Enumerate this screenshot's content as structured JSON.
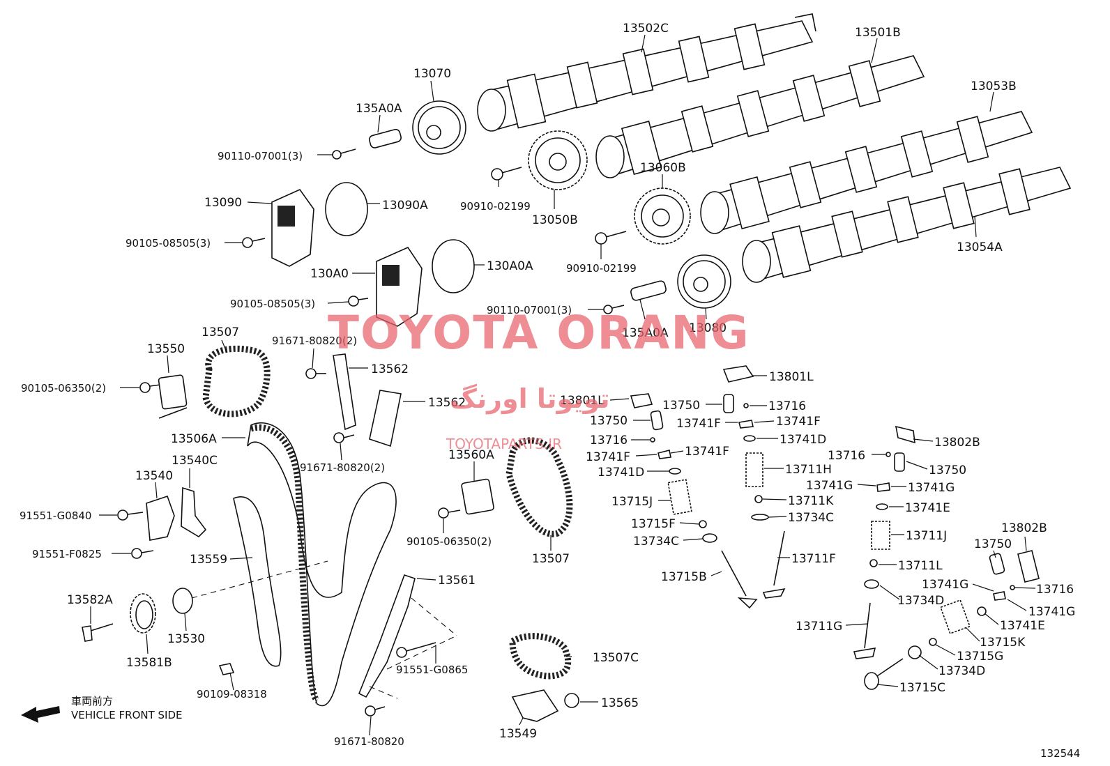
{
  "diagram": {
    "labels": [
      {
        "id": "l1",
        "text": "13502C"
      },
      {
        "id": "l2",
        "text": "13501B"
      },
      {
        "id": "l3",
        "text": "13053B"
      },
      {
        "id": "l4",
        "text": "13054A"
      },
      {
        "id": "l5",
        "text": "13070"
      },
      {
        "id": "l6",
        "text": "135A0A"
      },
      {
        "id": "l7",
        "text": "90110-07001(3)"
      },
      {
        "id": "l8",
        "text": "90910-02199"
      },
      {
        "id": "l9",
        "text": "13050B"
      },
      {
        "id": "l10",
        "text": "13060B"
      },
      {
        "id": "l11",
        "text": "90910-02199"
      },
      {
        "id": "l12",
        "text": "13090"
      },
      {
        "id": "l13",
        "text": "13090A"
      },
      {
        "id": "l14",
        "text": "90105-08505(3)"
      },
      {
        "id": "l15",
        "text": "130A0"
      },
      {
        "id": "l16",
        "text": "130A0A"
      },
      {
        "id": "l17",
        "text": "90105-08505(3)"
      },
      {
        "id": "l18",
        "text": "90110-07001(3)"
      },
      {
        "id": "l19",
        "text": "135A0A"
      },
      {
        "id": "l20",
        "text": "13080"
      },
      {
        "id": "l21",
        "text": "13550"
      },
      {
        "id": "l22",
        "text": "13507"
      },
      {
        "id": "l23",
        "text": "91671-80820(2)"
      },
      {
        "id": "l24",
        "text": "13562"
      },
      {
        "id": "l25",
        "text": "90105-06350(2)"
      },
      {
        "id": "l26",
        "text": "13562"
      },
      {
        "id": "l27",
        "text": "13506A"
      },
      {
        "id": "l28",
        "text": "91671-80820(2)"
      },
      {
        "id": "l29",
        "text": "13560A"
      },
      {
        "id": "l30",
        "text": "13540C"
      },
      {
        "id": "l31",
        "text": "13540"
      },
      {
        "id": "l32",
        "text": "91551-G0840"
      },
      {
        "id": "l33",
        "text": "91551-F0825"
      },
      {
        "id": "l34",
        "text": "90105-06350(2)"
      },
      {
        "id": "l35",
        "text": "13507"
      },
      {
        "id": "l36",
        "text": "13559"
      },
      {
        "id": "l37",
        "text": "13561"
      },
      {
        "id": "l38",
        "text": "13582A"
      },
      {
        "id": "l39",
        "text": "13530"
      },
      {
        "id": "l40",
        "text": "13581B"
      },
      {
        "id": "l41",
        "text": "91551-G0865"
      },
      {
        "id": "l42",
        "text": "90109-08318"
      },
      {
        "id": "l43",
        "text": "13507C"
      },
      {
        "id": "l44",
        "text": "13565"
      },
      {
        "id": "l45",
        "text": "13549"
      },
      {
        "id": "l46",
        "text": "91671-80820"
      },
      {
        "id": "l47",
        "text": "13801L"
      },
      {
        "id": "l48",
        "text": "13801L"
      },
      {
        "id": "l49",
        "text": "13750"
      },
      {
        "id": "l50",
        "text": "13716"
      },
      {
        "id": "l51",
        "text": "13750"
      },
      {
        "id": "l52",
        "text": "13741F"
      },
      {
        "id": "l53",
        "text": "13741F"
      },
      {
        "id": "l54",
        "text": "13716"
      },
      {
        "id": "l55",
        "text": "13741D"
      },
      {
        "id": "l56",
        "text": "13741F"
      },
      {
        "id": "l57",
        "text": "13741F"
      },
      {
        "id": "l58",
        "text": "13711H"
      },
      {
        "id": "l59",
        "text": "13741D"
      },
      {
        "id": "l60",
        "text": "13715J"
      },
      {
        "id": "l61",
        "text": "13711K"
      },
      {
        "id": "l62",
        "text": "13734C"
      },
      {
        "id": "l63",
        "text": "13715F"
      },
      {
        "id": "l64",
        "text": "13734C"
      },
      {
        "id": "l65",
        "text": "13711F"
      },
      {
        "id": "l66",
        "text": "13715B"
      },
      {
        "id": "l67",
        "text": "13802B"
      },
      {
        "id": "l68",
        "text": "13716"
      },
      {
        "id": "l69",
        "text": "13750"
      },
      {
        "id": "l70",
        "text": "13741G"
      },
      {
        "id": "l71",
        "text": "13741G"
      },
      {
        "id": "l72",
        "text": "13741E"
      },
      {
        "id": "l73",
        "text": "13711J"
      },
      {
        "id": "l74",
        "text": "13802B"
      },
      {
        "id": "l75",
        "text": "13750"
      },
      {
        "id": "l76",
        "text": "13711L"
      },
      {
        "id": "l77",
        "text": "13741G"
      },
      {
        "id": "l78",
        "text": "13716"
      },
      {
        "id": "l79",
        "text": "13734D"
      },
      {
        "id": "l80",
        "text": "13741G"
      },
      {
        "id": "l81",
        "text": "13741E"
      },
      {
        "id": "l82",
        "text": "13711G"
      },
      {
        "id": "l83",
        "text": "13715K"
      },
      {
        "id": "l84",
        "text": "13715G"
      },
      {
        "id": "l85",
        "text": "13734D"
      },
      {
        "id": "l86",
        "text": "13715C"
      }
    ],
    "direction_cn": "車両前方",
    "direction_en": "VEHICLE FRONT SIDE",
    "figure_number": "132544"
  },
  "watermark": {
    "main": "TOYOTA ORANG",
    "persian": "تویوتا اورنگ",
    "site": "TOYOTAPARTS.IR",
    "color": "#e8636b"
  }
}
